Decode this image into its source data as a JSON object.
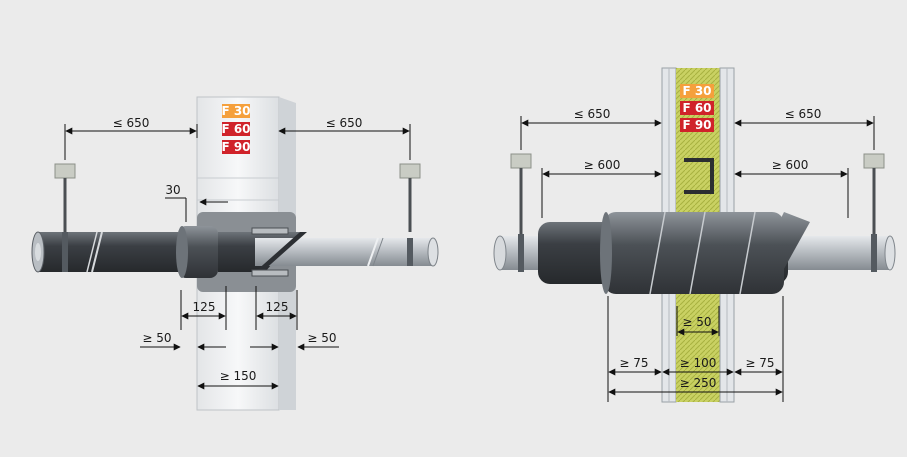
{
  "colors": {
    "panel_bg": "#ebebeb",
    "pipe_insulation": "#3b3f44",
    "pipe_steel": "#b9bec3",
    "wall": "#f2f3f4",
    "drywall_insulation": "#d8e07a",
    "f30": "#f5a03c",
    "f60": "#d0232a",
    "f90": "#d0232a"
  },
  "ratings": [
    "F 30",
    "F 60",
    "F 90"
  ],
  "left_diagram": {
    "dims": {
      "top_left": "≤ 650",
      "top_right": "≤ 650",
      "gap": "30",
      "collar_left": "125",
      "collar_right": "125",
      "edge_left": "≥ 50",
      "edge_right": "≥ 50",
      "wall_thickness": "≥ 150"
    }
  },
  "right_diagram": {
    "dims": {
      "top_left": "≤ 650",
      "top_right": "≤ 650",
      "insul_left": "≥ 600",
      "insul_right": "≥ 600",
      "wrap_left": "≥ 75",
      "wrap_right": "≥ 75",
      "stud_gap": "≥ 50",
      "core": "≥ 100",
      "total": "≥ 250"
    }
  }
}
